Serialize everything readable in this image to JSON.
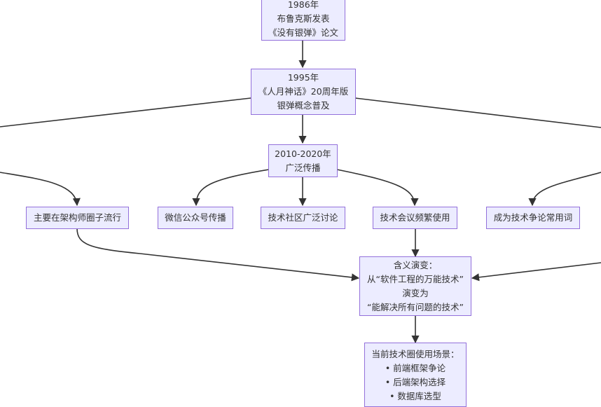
{
  "diagram": {
    "type": "flowchart",
    "direction": "top-down",
    "colors": {
      "node_fill": "#ECECFF",
      "node_border": "#9370DB",
      "edge": "#333333",
      "text": "#333333"
    },
    "nodes": {
      "n1986": {
        "lines": [
          "1986年",
          "布鲁克斯发表",
          "《没有银弹》论文"
        ]
      },
      "n1995": {
        "lines": [
          "1995年",
          "《人月神话》20周年版",
          "银弹概念普及"
        ]
      },
      "n2010": {
        "lines": [
          "2010-2020年",
          "广泛传播"
        ]
      },
      "architect": {
        "lines": [
          "主要在架构师圈子流行"
        ]
      },
      "wechat": {
        "lines": [
          "微信公众号传播"
        ]
      },
      "community": {
        "lines": [
          "技术社区广泛讨论"
        ]
      },
      "conference": {
        "lines": [
          "技术会议频繁使用"
        ]
      },
      "debate": {
        "lines": [
          "成为技术争论常用词"
        ]
      },
      "meaning": {
        "lines": [
          "含义演变：",
          "从“软件工程的万能技术”",
          "演变为",
          "“能解决所有问题的技术”"
        ]
      },
      "current": {
        "lines": [
          "当前技术圈使用场景：",
          "• 前端框架争论",
          "• 后端架构选择",
          "• 数据库选型"
        ]
      }
    },
    "edges": [
      {
        "from": "n1986",
        "to": "n1995"
      },
      {
        "from": "n1995",
        "to": "n2010"
      },
      {
        "from": "n1995",
        "to": "offscreen-left"
      },
      {
        "from": "n1995",
        "to": "offscreen-right"
      },
      {
        "from": "offscreen-left",
        "to": "architect"
      },
      {
        "from": "n2010",
        "to": "wechat"
      },
      {
        "from": "n2010",
        "to": "community"
      },
      {
        "from": "n2010",
        "to": "conference"
      },
      {
        "from": "offscreen-right",
        "to": "debate"
      },
      {
        "from": "architect",
        "to": "meaning"
      },
      {
        "from": "conference",
        "to": "meaning"
      },
      {
        "from": "offscreen-right",
        "to": "meaning"
      },
      {
        "from": "meaning",
        "to": "current"
      }
    ]
  }
}
